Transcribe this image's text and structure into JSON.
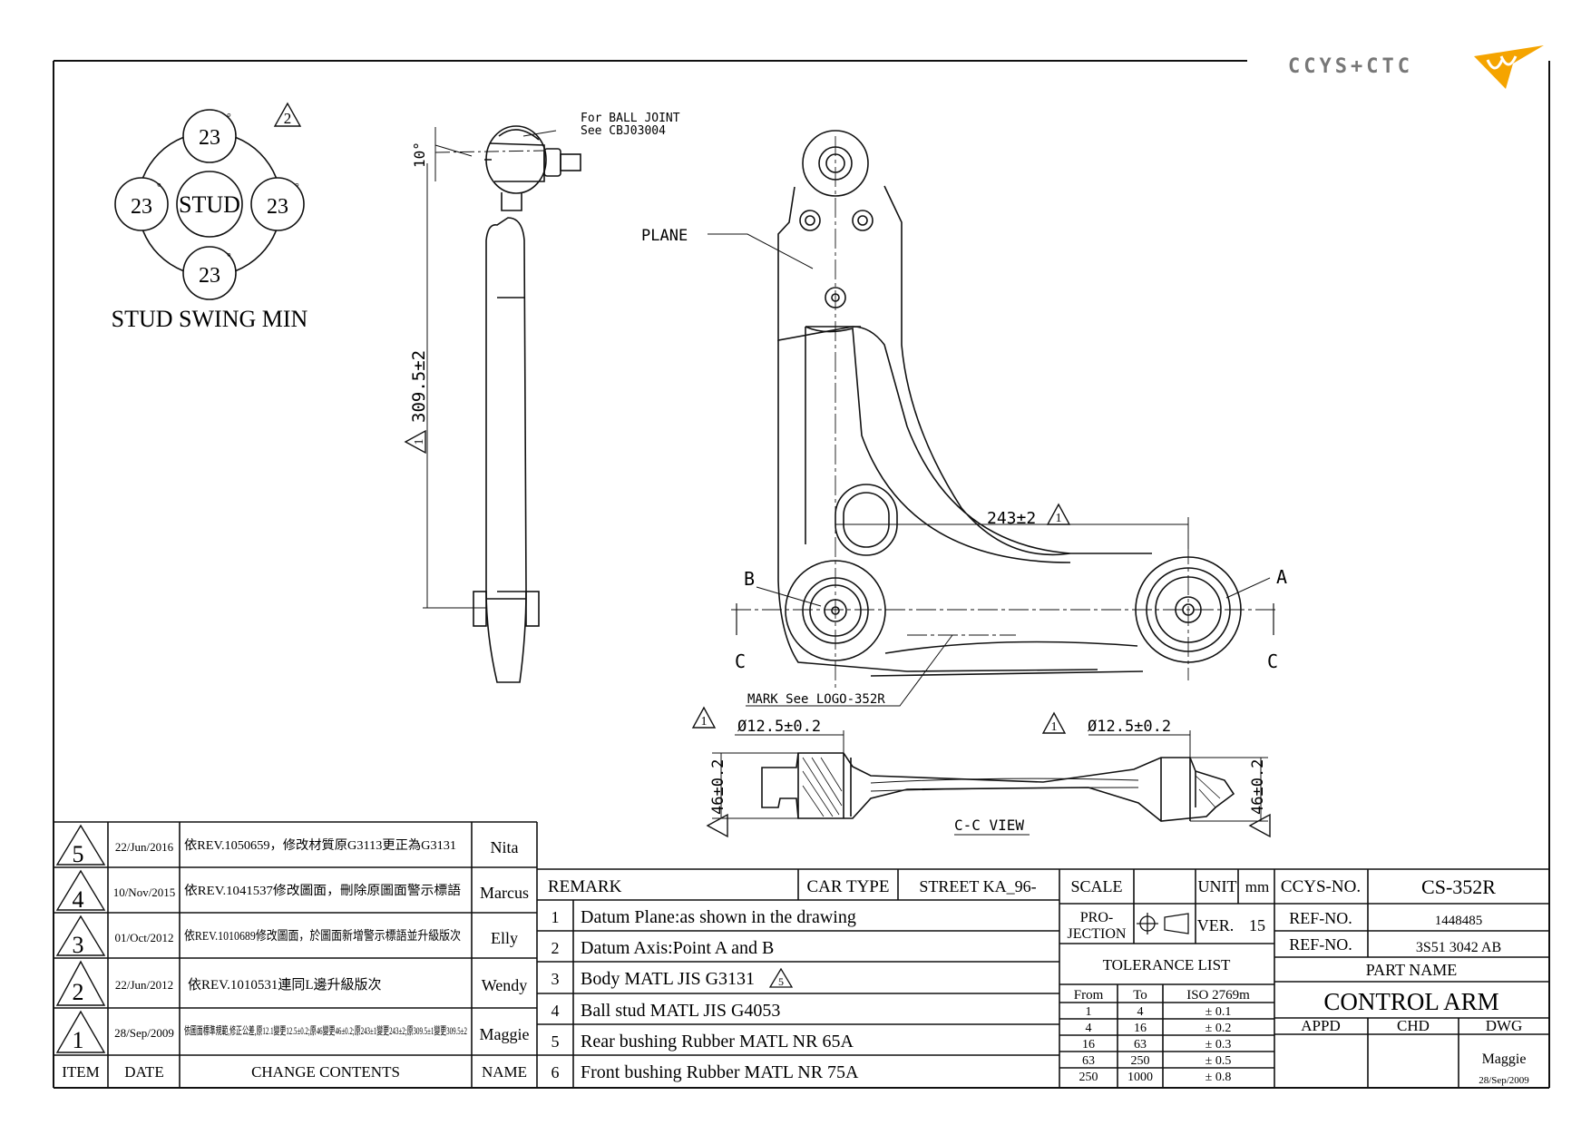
{
  "brand": {
    "logo_text": "CCYS+CTC",
    "accent": "#F5A400"
  },
  "stud_swing": {
    "center_label": "STUD",
    "angles": [
      "23",
      "23",
      "23",
      "23"
    ],
    "degree_mark": "°",
    "caption": "STUD SWING MIN",
    "rev_marker": "2"
  },
  "side_view": {
    "angle_label": "10°",
    "note_line1": "For BALL JOINT",
    "note_line2": "See CBJ03004",
    "length_label": "309.5±2",
    "rev_marker": "1"
  },
  "top_view": {
    "plane_label": "PLANE",
    "width_label": "243±2",
    "rev_marker": "1",
    "point_a": "A",
    "point_b": "B",
    "section_c_left": "C",
    "section_c_right": "C",
    "mark_note": "MARK See LOGO-352R"
  },
  "section_view": {
    "left_dia": "Ø12.5±0.2",
    "right_dia": "Ø12.5±0.2",
    "left_height": "46±0.2",
    "right_height": "46±0.2",
    "title": "C-C VIEW",
    "rev_marker": "1"
  },
  "revisions": [
    {
      "item": "5",
      "date": "22/Jun/2016",
      "content": "依REV.1050659，修改材質原G3113更正為G3131",
      "name": "Nita"
    },
    {
      "item": "4",
      "date": "10/Nov/2015",
      "content": "依REV.1041537修改圖面，刪除原圖面警示標語",
      "name": "Marcus"
    },
    {
      "item": "3",
      "date": "01/Oct/2012",
      "content": "依REV.1010689修改圖面，於圖面新增警示標語並升級版次",
      "name": "Elly"
    },
    {
      "item": "2",
      "date": "22/Jun/2012",
      "content": "依REV.1010531連同L邊升級版次",
      "name": "Wendy"
    },
    {
      "item": "1",
      "date": "28/Sep/2009",
      "content": "依圖面標準規範,修正公差,原12.1變更12.5±0.2;原46變更46±0.2;原243±1變更243±2;原309.5±1變更309.5±2",
      "name": "Maggie"
    }
  ],
  "revision_headers": {
    "item": "ITEM",
    "date": "DATE",
    "content": "CHANGE CONTENTS",
    "name": "NAME"
  },
  "remarks": {
    "header": "REMARK",
    "car_type_label": "CAR TYPE",
    "car_type_value": "STREET KA_96-",
    "items": [
      {
        "no": "1",
        "text": "Datum Plane:as shown in the drawing"
      },
      {
        "no": "2",
        "text": "Datum Axis:Point A and B"
      },
      {
        "no": "3",
        "text": "Body MATL JIS G3131"
      },
      {
        "no": "4",
        "text": "Ball stud MATL JIS G4053"
      },
      {
        "no": "5",
        "text": "Rear bushing Rubber MATL NR 65A"
      },
      {
        "no": "6",
        "text": "Front bushing Rubber MATL NR 75A"
      }
    ],
    "body_rev_marker": "5"
  },
  "title_block": {
    "scale_label": "SCALE",
    "unit_label": "UNIT",
    "unit_value": "mm",
    "projection_label_1": "PRO-",
    "projection_label_2": "JECTION",
    "ver_label": "VER.",
    "ver_value": "15",
    "ccys_no_label": "CCYS-NO.",
    "ccys_no_value": "CS-352R",
    "ref_no_label_1": "REF-NO.",
    "ref_no_value_1": "1448485",
    "ref_no_label_2": "REF-NO.",
    "ref_no_value_2": "3S51 3042 AB",
    "part_name_label": "PART NAME",
    "part_name_value": "CONTROL ARM",
    "appd_label": "APPD",
    "chd_label": "CHD",
    "dwg_label": "DWG",
    "dwg_name": "Maggie",
    "dwg_date": "28/Sep/2009"
  },
  "tolerance": {
    "title": "TOLERANCE LIST",
    "headers": [
      "From",
      "To",
      "ISO 2769m"
    ],
    "rows": [
      [
        "1",
        "4",
        "± 0.1"
      ],
      [
        "4",
        "16",
        "± 0.2"
      ],
      [
        "16",
        "63",
        "± 0.3"
      ],
      [
        "63",
        "250",
        "± 0.5"
      ],
      [
        "250",
        "1000",
        "± 0.8"
      ]
    ]
  }
}
